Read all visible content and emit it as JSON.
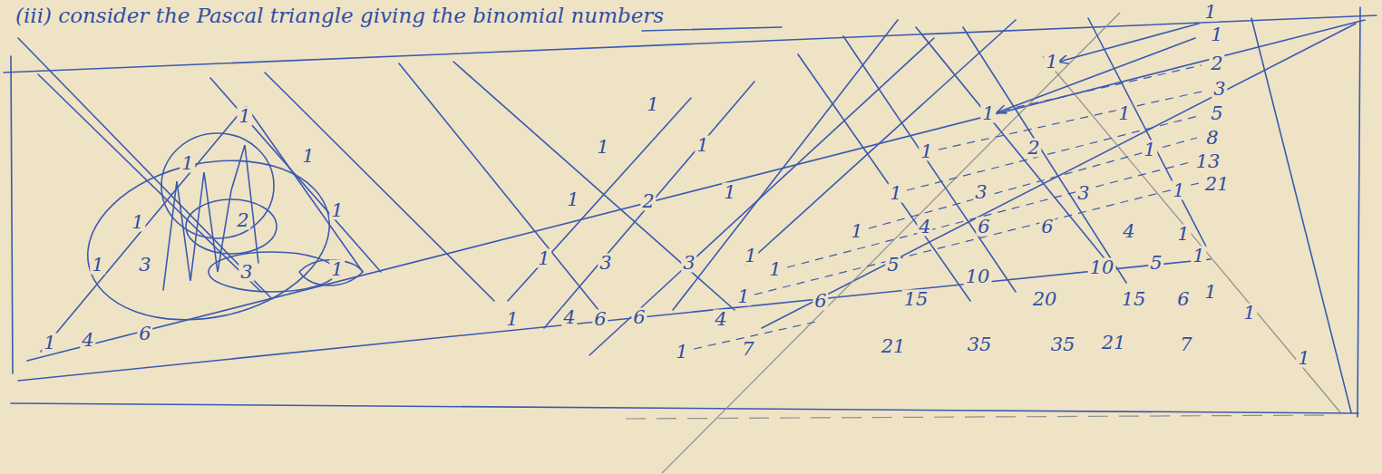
{
  "diagram": {
    "title": "(iii) consider the Pascal triangle giving the binomial numbers",
    "labels": [
      "1",
      "1",
      "1",
      "1",
      "2",
      "1",
      "1",
      "3",
      "3",
      "1",
      "1",
      "4",
      "6",
      "1",
      "1",
      "1",
      "1",
      "2",
      "1",
      "1",
      "3",
      "3",
      "1",
      "1",
      "4",
      "6",
      "6",
      "4",
      "1",
      "1",
      "2",
      "3",
      "5",
      "8",
      "13",
      "21",
      "1",
      "1",
      "1",
      "1",
      "2",
      "1",
      "1",
      "3",
      "3",
      "1",
      "1",
      "4",
      "6",
      "6",
      "4",
      "1",
      "1",
      "1",
      "5",
      "10",
      "10",
      "5",
      "1",
      "1",
      "6",
      "15",
      "20",
      "15",
      "6",
      "1",
      "1",
      "7",
      "21",
      "35",
      "35",
      "21",
      "7",
      "1"
    ]
  }
}
